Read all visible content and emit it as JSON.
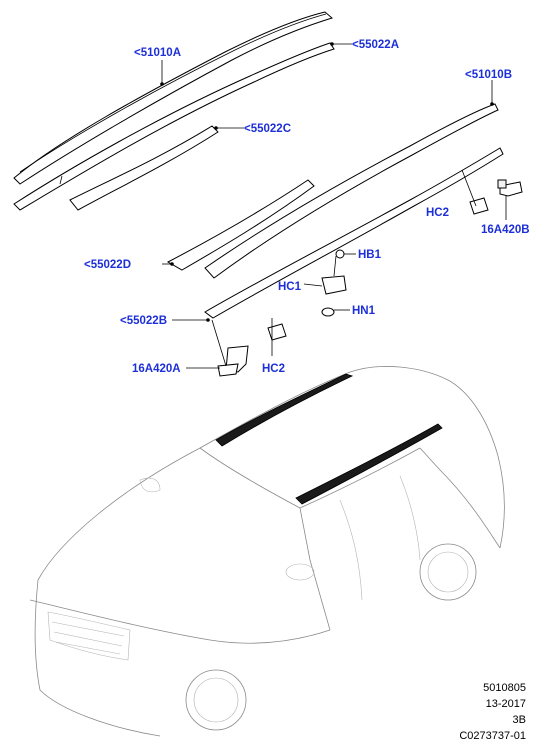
{
  "callouts": {
    "c51010A": "<51010A",
    "c55022A": "<55022A",
    "c51010B": "<51010B",
    "c55022C": "<55022C",
    "c55022D": "<55022D",
    "c55022B": "<55022B",
    "c16A420A": "16A420A",
    "c16A420B": "16A420B",
    "hb1": "HB1",
    "hc1": "HC1",
    "hn1": "HN1",
    "hc2_left": "HC2",
    "hc2_right": "HC2"
  },
  "footer": {
    "code1": "5010805",
    "code2": "13-2017",
    "code3": "3B",
    "code4": "C0273737-01"
  },
  "colors": {
    "callout": "#1c2fd8",
    "line": "#000000",
    "vehicle": "#8a8a8a"
  }
}
